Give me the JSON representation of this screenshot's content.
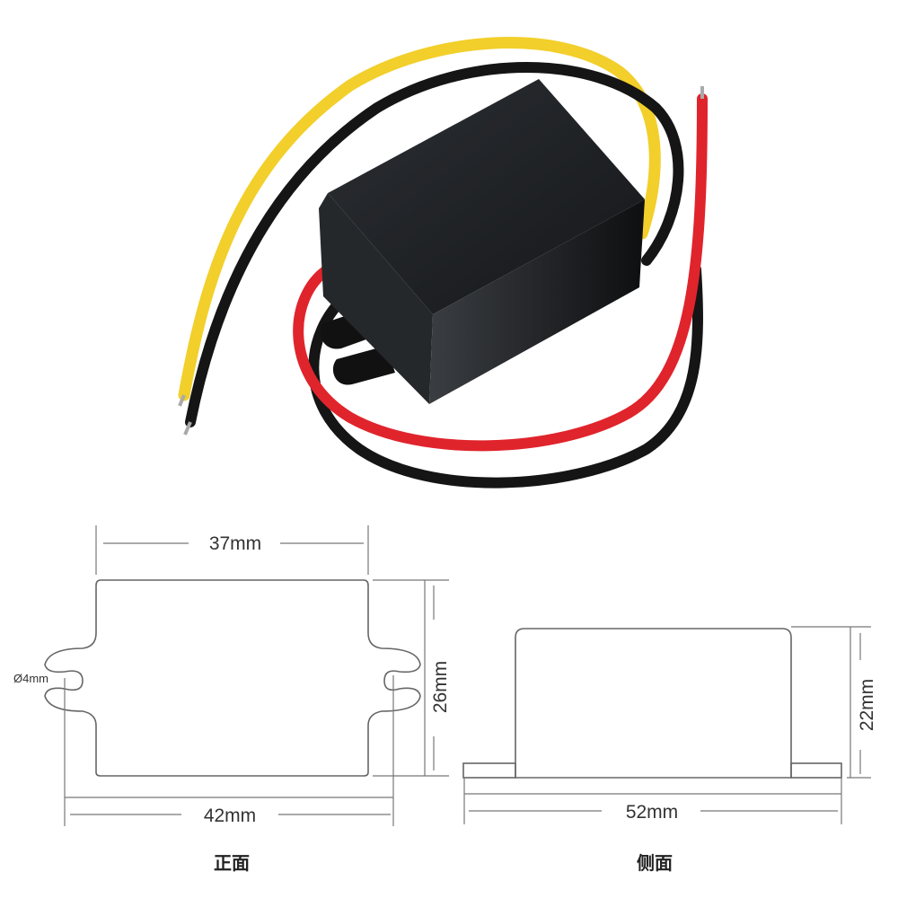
{
  "product_photo": {
    "wire_colors": {
      "yellow": "#f2cf2a",
      "black": "#151515",
      "red": "#e0242c"
    },
    "body_color": "#1b1d20"
  },
  "front_view": {
    "caption": "正面",
    "width_label": "37mm",
    "overall_width_label": "42mm",
    "height_label": "26mm",
    "hole_label": "Ø4mm"
  },
  "side_view": {
    "caption": "侧面",
    "length_label": "52mm",
    "height_label": "22mm"
  }
}
